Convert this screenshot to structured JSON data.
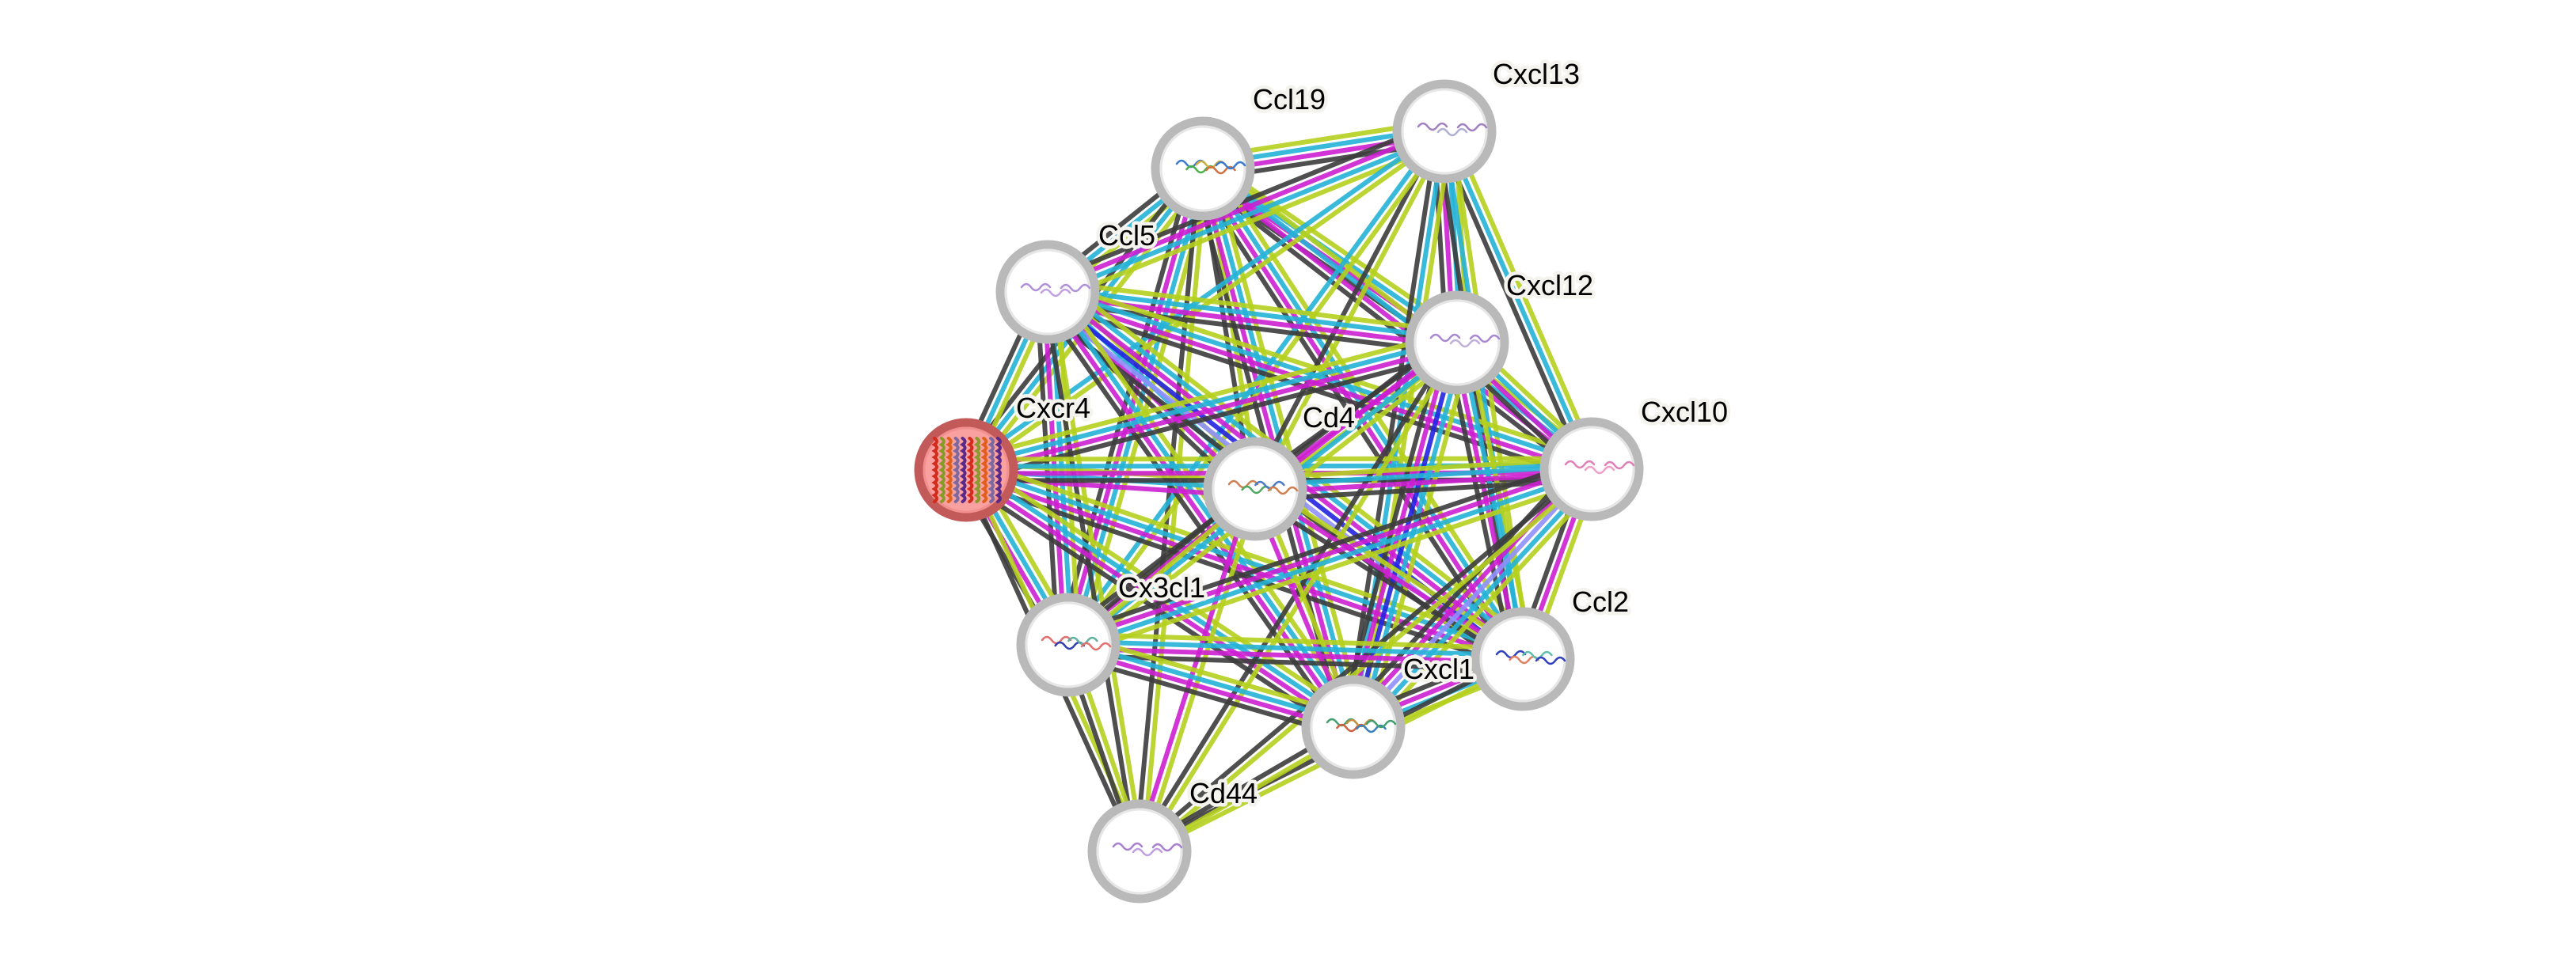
{
  "diagram": {
    "type": "protein-interaction-network",
    "query_protein": "Cxcr4",
    "colors": {
      "query_node_fill": "#f9a0a0",
      "query_node_border": "#c25a5a",
      "node_border": "#b9b9b9",
      "node_fill": "#ffffff",
      "label_halo": "#f4f3ee",
      "edge_textmining": "#b5cf1e",
      "edge_database": "#25b3d6",
      "edge_experiment": "#cc1fd0",
      "edge_coexpression": "#3c3c3c",
      "edge_blue": "#2323e0",
      "edge_lightblue": "#8f8fff"
    },
    "nodes": [
      {
        "id": "Cxcr4",
        "label": "Cxcr4",
        "query": true,
        "structure_colors": [
          "#d42a1a",
          "#8a9a2a",
          "#e0601a",
          "#7a6aa0",
          "#5a2a8a"
        ]
      },
      {
        "id": "Ccl19",
        "label": "Ccl19",
        "query": false,
        "structure_colors": [
          "#3a7ad0",
          "#4ab04a",
          "#d0b040",
          "#d07040"
        ]
      },
      {
        "id": "Cxcl13",
        "label": "Cxcl13",
        "query": false,
        "structure_colors": [
          "#a080c0",
          "#b0b0d0"
        ]
      },
      {
        "id": "Ccl5",
        "label": "Ccl5",
        "query": false,
        "structure_colors": [
          "#b090d8",
          "#c0a0e0"
        ]
      },
      {
        "id": "Cxcl12",
        "label": "Cxcl12",
        "query": false,
        "structure_colors": [
          "#a888d0",
          "#c0b0d8"
        ]
      },
      {
        "id": "Cd4",
        "label": "Cd4",
        "query": false,
        "structure_colors": [
          "#d08050",
          "#50a860",
          "#4a7ac8"
        ]
      },
      {
        "id": "Cxcl10",
        "label": "Cxcl10",
        "query": false,
        "structure_colors": [
          "#e080b8",
          "#f0a0c8"
        ]
      },
      {
        "id": "Cx3cl1",
        "label": "Cx3cl1",
        "query": false,
        "structure_colors": [
          "#e07070",
          "#3040b0",
          "#60b0a0"
        ]
      },
      {
        "id": "Ccl2",
        "label": "Ccl2",
        "query": false,
        "structure_colors": [
          "#3040c0",
          "#e08060",
          "#60c0b0"
        ]
      },
      {
        "id": "Cxcl1",
        "label": "Cxcl1",
        "query": false,
        "structure_colors": [
          "#40a070",
          "#d06040",
          "#c09040",
          "#3a80c0"
        ]
      },
      {
        "id": "Cd44",
        "label": "Cd44",
        "query": false,
        "structure_colors": [
          "#a880d0",
          "#c0a0e0"
        ]
      }
    ],
    "edges": [
      {
        "source": "Ccl19",
        "target": "Cxcl13",
        "evidence": [
          "textmining",
          "database",
          "experiment",
          "coexpression"
        ]
      },
      {
        "source": "Ccl19",
        "target": "Ccl5",
        "evidence": [
          "textmining",
          "database",
          "coexpression"
        ]
      },
      {
        "source": "Ccl19",
        "target": "Cxcr4",
        "evidence": [
          "textmining",
          "database",
          "coexpression"
        ]
      },
      {
        "source": "Ccl19",
        "target": "Cxcl12",
        "evidence": [
          "textmining",
          "database",
          "experiment",
          "coexpression"
        ]
      },
      {
        "source": "Ccl19",
        "target": "Cxcl10",
        "evidence": [
          "textmining",
          "database",
          "experiment",
          "coexpression"
        ]
      },
      {
        "source": "Ccl19",
        "target": "Cd4",
        "evidence": [
          "textmining",
          "coexpression"
        ]
      },
      {
        "source": "Ccl19",
        "target": "Cx3cl1",
        "evidence": [
          "textmining",
          "database",
          "experiment",
          "coexpression"
        ]
      },
      {
        "source": "Ccl19",
        "target": "Ccl2",
        "evidence": [
          "textmining",
          "database",
          "experiment",
          "coexpression"
        ]
      },
      {
        "source": "Ccl19",
        "target": "Cxcl1",
        "evidence": [
          "textmining",
          "database",
          "experiment",
          "coexpression"
        ]
      },
      {
        "source": "Ccl19",
        "target": "Cd44",
        "evidence": [
          "textmining",
          "coexpression"
        ]
      },
      {
        "source": "Cxcl13",
        "target": "Ccl5",
        "evidence": [
          "textmining",
          "database",
          "experiment",
          "coexpression"
        ]
      },
      {
        "source": "Cxcl13",
        "target": "Cxcr4",
        "evidence": [
          "textmining",
          "database"
        ]
      },
      {
        "source": "Cxcl13",
        "target": "Cxcl12",
        "evidence": [
          "textmining",
          "database",
          "experiment",
          "coexpression"
        ]
      },
      {
        "source": "Cxcl13",
        "target": "Cxcl10",
        "evidence": [
          "textmining",
          "database",
          "coexpression"
        ]
      },
      {
        "source": "Cxcl13",
        "target": "Cd4",
        "evidence": [
          "textmining",
          "coexpression"
        ]
      },
      {
        "source": "Cxcl13",
        "target": "Cx3cl1",
        "evidence": [
          "textmining",
          "database"
        ]
      },
      {
        "source": "Cxcl13",
        "target": "Ccl2",
        "evidence": [
          "textmining",
          "database",
          "coexpression"
        ]
      },
      {
        "source": "Cxcl13",
        "target": "Cxcl1",
        "evidence": [
          "textmining",
          "database",
          "coexpression"
        ]
      },
      {
        "source": "Ccl5",
        "target": "Cxcr4",
        "evidence": [
          "textmining",
          "database",
          "coexpression"
        ]
      },
      {
        "source": "Ccl5",
        "target": "Cxcl12",
        "evidence": [
          "textmining",
          "database",
          "experiment",
          "coexpression"
        ]
      },
      {
        "source": "Ccl5",
        "target": "Cxcl10",
        "evidence": [
          "textmining",
          "database",
          "experiment",
          "coexpression"
        ]
      },
      {
        "source": "Ccl5",
        "target": "Cd4",
        "evidence": [
          "textmining",
          "database",
          "experiment",
          "coexpression"
        ]
      },
      {
        "source": "Ccl5",
        "target": "Cx3cl1",
        "evidence": [
          "textmining",
          "database",
          "experiment",
          "coexpression"
        ]
      },
      {
        "source": "Ccl5",
        "target": "Ccl2",
        "evidence": [
          "textmining",
          "database",
          "experiment",
          "blue",
          "lightblue",
          "coexpression"
        ]
      },
      {
        "source": "Ccl5",
        "target": "Cxcl1",
        "evidence": [
          "textmining",
          "database",
          "experiment",
          "coexpression"
        ]
      },
      {
        "source": "Ccl5",
        "target": "Cd44",
        "evidence": [
          "textmining",
          "coexpression"
        ]
      },
      {
        "source": "Cxcr4",
        "target": "Cxcl12",
        "evidence": [
          "textmining",
          "database",
          "experiment",
          "coexpression"
        ]
      },
      {
        "source": "Cxcr4",
        "target": "Cd4",
        "evidence": [
          "textmining",
          "database",
          "experiment"
        ]
      },
      {
        "source": "Cxcr4",
        "target": "Cxcl10",
        "evidence": [
          "textmining",
          "database",
          "experiment",
          "coexpression"
        ]
      },
      {
        "source": "Cxcr4",
        "target": "Cx3cl1",
        "evidence": [
          "textmining",
          "database",
          "experiment",
          "coexpression"
        ]
      },
      {
        "source": "Cxcr4",
        "target": "Ccl2",
        "evidence": [
          "textmining",
          "database",
          "experiment",
          "coexpression"
        ]
      },
      {
        "source": "Cxcr4",
        "target": "Cxcl1",
        "evidence": [
          "textmining",
          "database",
          "experiment",
          "coexpression"
        ]
      },
      {
        "source": "Cxcr4",
        "target": "Cd44",
        "evidence": [
          "textmining",
          "coexpression"
        ]
      },
      {
        "source": "Cxcl12",
        "target": "Cd4",
        "evidence": [
          "textmining",
          "experiment",
          "coexpression"
        ]
      },
      {
        "source": "Cxcl12",
        "target": "Cxcl10",
        "evidence": [
          "textmining",
          "database",
          "experiment",
          "coexpression"
        ]
      },
      {
        "source": "Cxcl12",
        "target": "Cx3cl1",
        "evidence": [
          "textmining",
          "database",
          "experiment",
          "coexpression"
        ]
      },
      {
        "source": "Cxcl12",
        "target": "Ccl2",
        "evidence": [
          "textmining",
          "database",
          "experiment",
          "coexpression"
        ]
      },
      {
        "source": "Cxcl12",
        "target": "Cxcl1",
        "evidence": [
          "textmining",
          "database",
          "blue",
          "experiment",
          "coexpression"
        ]
      },
      {
        "source": "Cxcl12",
        "target": "Cd44",
        "evidence": [
          "textmining",
          "coexpression"
        ]
      },
      {
        "source": "Cd4",
        "target": "Cxcl10",
        "evidence": [
          "textmining",
          "database",
          "experiment",
          "coexpression"
        ]
      },
      {
        "source": "Cd4",
        "target": "Cx3cl1",
        "evidence": [
          "textmining",
          "coexpression"
        ]
      },
      {
        "source": "Cd4",
        "target": "Ccl2",
        "evidence": [
          "textmining",
          "experiment",
          "coexpression"
        ]
      },
      {
        "source": "Cd4",
        "target": "Cxcl1",
        "evidence": [
          "textmining",
          "experiment"
        ]
      },
      {
        "source": "Cd4",
        "target": "Cd44",
        "evidence": [
          "textmining",
          "experiment"
        ]
      },
      {
        "source": "Cxcl10",
        "target": "Cx3cl1",
        "evidence": [
          "textmining",
          "database",
          "experiment",
          "coexpression"
        ]
      },
      {
        "source": "Cxcl10",
        "target": "Ccl2",
        "evidence": [
          "textmining",
          "experiment",
          "coexpression"
        ]
      },
      {
        "source": "Cxcl10",
        "target": "Cxcl1",
        "evidence": [
          "textmining",
          "database",
          "lightblue",
          "experiment",
          "coexpression"
        ]
      },
      {
        "source": "Cxcl10",
        "target": "Cd44",
        "evidence": [
          "textmining",
          "coexpression"
        ]
      },
      {
        "source": "Cx3cl1",
        "target": "Ccl2",
        "evidence": [
          "textmining",
          "database",
          "experiment",
          "coexpression"
        ]
      },
      {
        "source": "Cx3cl1",
        "target": "Cxcl1",
        "evidence": [
          "textmining",
          "database",
          "experiment",
          "coexpression"
        ]
      },
      {
        "source": "Cx3cl1",
        "target": "Cd44",
        "evidence": [
          "textmining",
          "coexpression"
        ]
      },
      {
        "source": "Ccl2",
        "target": "Cxcl1",
        "evidence": [
          "textmining",
          "database",
          "experiment",
          "coexpression"
        ]
      },
      {
        "source": "Ccl2",
        "target": "Cd44",
        "evidence": [
          "textmining",
          "coexpression"
        ]
      },
      {
        "source": "Cxcl1",
        "target": "Cd44",
        "evidence": [
          "textmining",
          "coexpression"
        ]
      }
    ]
  }
}
